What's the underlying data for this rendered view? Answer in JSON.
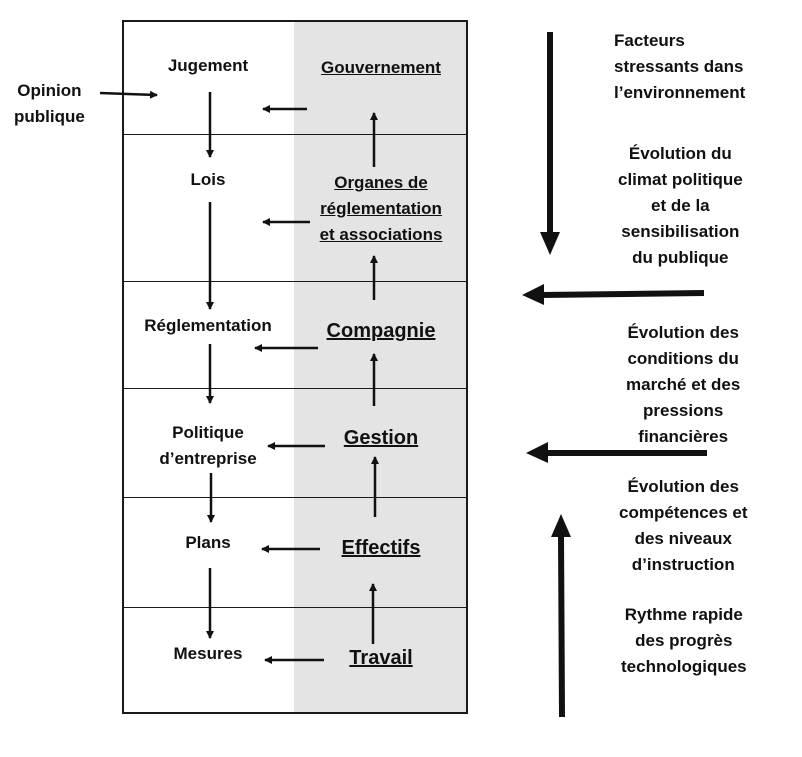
{
  "left_column": {
    "jugement": "Jugement",
    "lois": "Lois",
    "reglementation": "Réglementation",
    "politique": "Politique\nd’entreprise",
    "plans": "Plans",
    "mesures": "Mesures"
  },
  "right_column": {
    "gouvernement": "Gouvernement",
    "organes": "Organes de\nréglementation\net associations",
    "compagnie": "Compagnie",
    "gestion": "Gestion",
    "effectifs": "Effectifs",
    "travail": "Travail"
  },
  "external_input": "Opinion\npublique",
  "right_side": {
    "facteurs": "Facteurs\nstressants dans\nl’environnement",
    "climat": "Évolution du\nclimat politique\net de la\nsensibilisation\ndu publique",
    "marche": "Évolution des\nconditions du\nmarché et des\npressions\nfinancières",
    "competences": "Évolution des\ncompétences et\ndes niveaux\nd’instruction",
    "rythme": "Rythme rapide\ndes progrès\ntechnologiques"
  },
  "colors": {
    "shade": "#e4e4e4",
    "line": "#1a1a1a"
  }
}
